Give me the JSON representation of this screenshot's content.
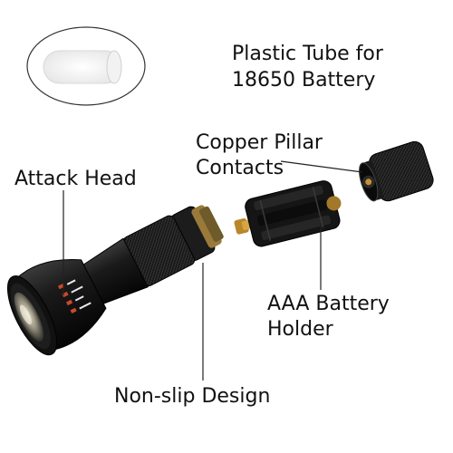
{
  "labels": {
    "plastic_tube": [
      "Plastic Tube for",
      "18650 Battery"
    ],
    "copper_pillar": [
      "Copper Pillar",
      "Contacts"
    ],
    "attack_head": "Attack Head",
    "aaa_holder": [
      "AAA Battery",
      "Holder"
    ],
    "non_slip": "Non-slip Design"
  },
  "colors": {
    "background": "#ffffff",
    "metal_dark": "#0b0b0b",
    "metal_mid": "#2a2a2a",
    "copper": "#c8902e",
    "leader_line": "#222222"
  },
  "icons": [
    "plastic-tube",
    "flashlight-body",
    "tail-cap",
    "battery-holder"
  ]
}
